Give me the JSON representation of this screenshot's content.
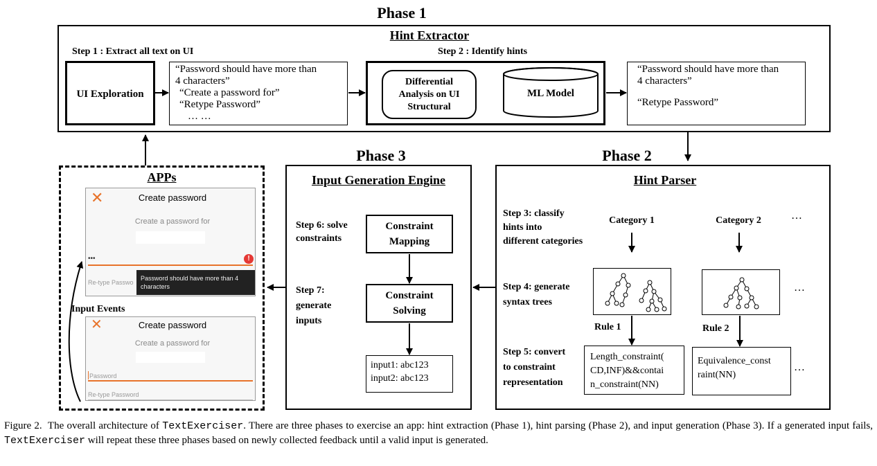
{
  "phase1": {
    "title": "Phase 1",
    "hint_extractor": "Hint Extractor",
    "step1": "Step 1 : Extract all text on UI",
    "step2": "Step 2 : Identify hints",
    "ui_exploration": "UI Exploration",
    "extracted_lines": [
      "“Password should have more than",
      "4 characters”",
      "“Create a password for”",
      "“Retype Password”",
      "… …"
    ],
    "differential": [
      "Differential",
      "Analysis on UI",
      "Structural"
    ],
    "ml_model": "ML Model",
    "hints_lines": [
      "“Password should have more than",
      "4 characters”",
      "“Retype Password”"
    ]
  },
  "phase2": {
    "title": "Phase 2",
    "hint_parser": "Hint Parser",
    "step3": [
      "Step 3: classify",
      "hints into",
      "different categories"
    ],
    "category1": "Category 1",
    "category2": "Category 2",
    "ellipsis": "…",
    "step4": [
      "Step 4: generate",
      "syntax trees"
    ],
    "rule1": "Rule 1",
    "rule2": "Rule 2",
    "step5": [
      "Step 5: convert",
      "to constraint",
      "representation"
    ],
    "constraint1": [
      "Length_constraint(",
      "CD,INF)&&contai",
      "n_constraint(NN)"
    ],
    "constraint2": [
      "Equivalence_const",
      "raint(NN)"
    ]
  },
  "phase3": {
    "title": "Phase 3",
    "engine": "Input Generation Engine",
    "step6": [
      "Step 6: solve",
      "constraints"
    ],
    "step7": [
      "Step 7:",
      "generate",
      "inputs"
    ],
    "mapping": [
      "Constraint",
      "Mapping"
    ],
    "solving": [
      "Constraint",
      "Solving"
    ],
    "inputs": [
      "input1: abc123",
      "input2: abc123"
    ]
  },
  "apps": {
    "title": "APPs",
    "input_events": "Input Events",
    "screen1": {
      "title": "Create password",
      "prompt": "Create a password for",
      "dots": "•••",
      "retype": "Re-type Passwo",
      "tooltip": [
        "Password should have more than 4",
        "characters"
      ]
    },
    "screen2": {
      "title": "Create password",
      "prompt": "Create a password for",
      "password": "Password",
      "retype": "Re-type Password"
    }
  },
  "caption": {
    "label": "Figure 2.",
    "part1": "The overall architecture of ",
    "tool": "TextExerciser",
    "part2": ". There are three phases to exercise an app: hint extraction (Phase 1), hint parsing (Phase 2), and input generation (Phase 3). If a generated input fails, ",
    "part3": " will repeat these three phases based on newly collected feedback until a valid input is generated."
  },
  "colors": {
    "accent": "#e8732a",
    "error": "#e53935",
    "tooltip": "#222222"
  }
}
